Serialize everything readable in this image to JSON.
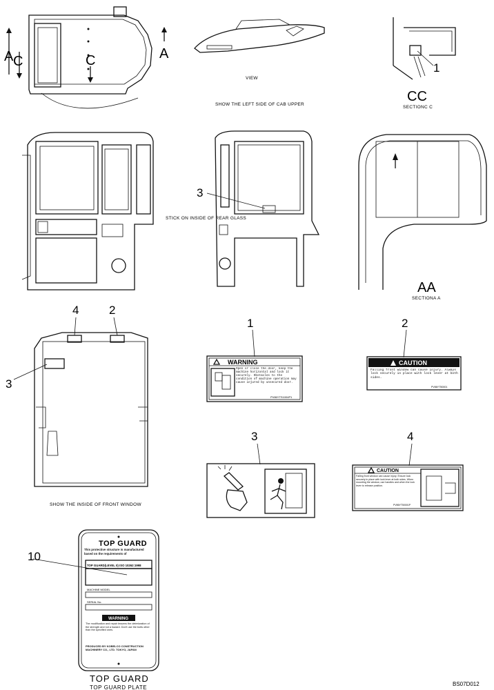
{
  "top_left": {
    "left_arrow_letter": "A",
    "left_arrow_section": "C",
    "center_section": "C",
    "right_arrow_letter": "A"
  },
  "top_center": {
    "view_label": "VIEW",
    "caption": "SHOW THE LEFT SIDE OF CAB UPPER"
  },
  "top_right": {
    "callout": "1",
    "section_code": "CC",
    "caption": "SECTIONC C"
  },
  "mid_left": {
    "note": "STICK ON INSIDE OF REAR GLASS"
  },
  "mid_center": {
    "callout": "3"
  },
  "mid_right": {
    "section_code": "AA",
    "caption": "SECTIONA A"
  },
  "front_window": {
    "callout_4": "4",
    "callout_2": "2",
    "callout_3": "3",
    "caption": "SHOW THE INSIDE OF FRONT WINDOW"
  },
  "decals": {
    "d1": {
      "callout": "1",
      "title": "WARNING",
      "text": "Open or close the door, keep the machine horizontal and lock it securely. Obstacles to the condition of machine operation may cause injured by unsecured door.",
      "code": "PV86YTS1004P1"
    },
    "d2": {
      "callout": "2",
      "title": "CAUTION",
      "text": "Falling front window can cause injury. Always lock securely in place with lock lever at both sides.",
      "code": "PV86YT50001"
    },
    "d3": {
      "callout": "3"
    },
    "d4": {
      "callout": "4",
      "title": "CAUTION",
      "text": "Falling front window can cause injury. Ensure lock securely in place with lock lever at both sides. When mounting the window, use handles and when the lock lever to release position.",
      "code": "PV86YT50001P"
    }
  },
  "plate": {
    "callout": "10",
    "heading": "TOP GUARD",
    "intro": "This protective structure is manufactured based on the requirements of",
    "standard": "TOP GUARD(LEVEL II) ISO 10262:1998",
    "model_label": "MACHINE MODEL",
    "serial_label": "SERIAL No.",
    "warning_title": "WARNING",
    "warning_text": "The modification and repair lessens the deterioration of the strength and not a hazard. Don't use the bolts other than the specified ones.",
    "maker": "PRODUCED BY KOBELCO CONSTRUCTION MACHINERY CO., LTD. TOKYO, JAPAN",
    "title": "TOP GUARD",
    "subtitle": "TOP GUARD PLATE"
  },
  "figure_code": "BS07D012"
}
